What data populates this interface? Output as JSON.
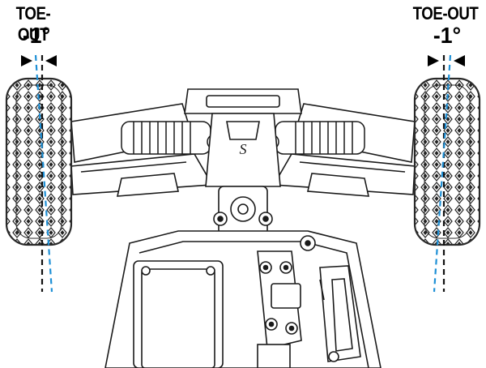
{
  "left": {
    "title": "TOE-OUT",
    "angle": "-1°"
  },
  "right": {
    "title": "TOE-OUT",
    "angle": "-1°"
  },
  "brand_mark": "S",
  "colors": {
    "line_art": "#1a1a1a",
    "tire_line": "#2a2a2a",
    "reference_line": "#111111",
    "toe_line": "#1e90d6",
    "background": "#ffffff"
  }
}
